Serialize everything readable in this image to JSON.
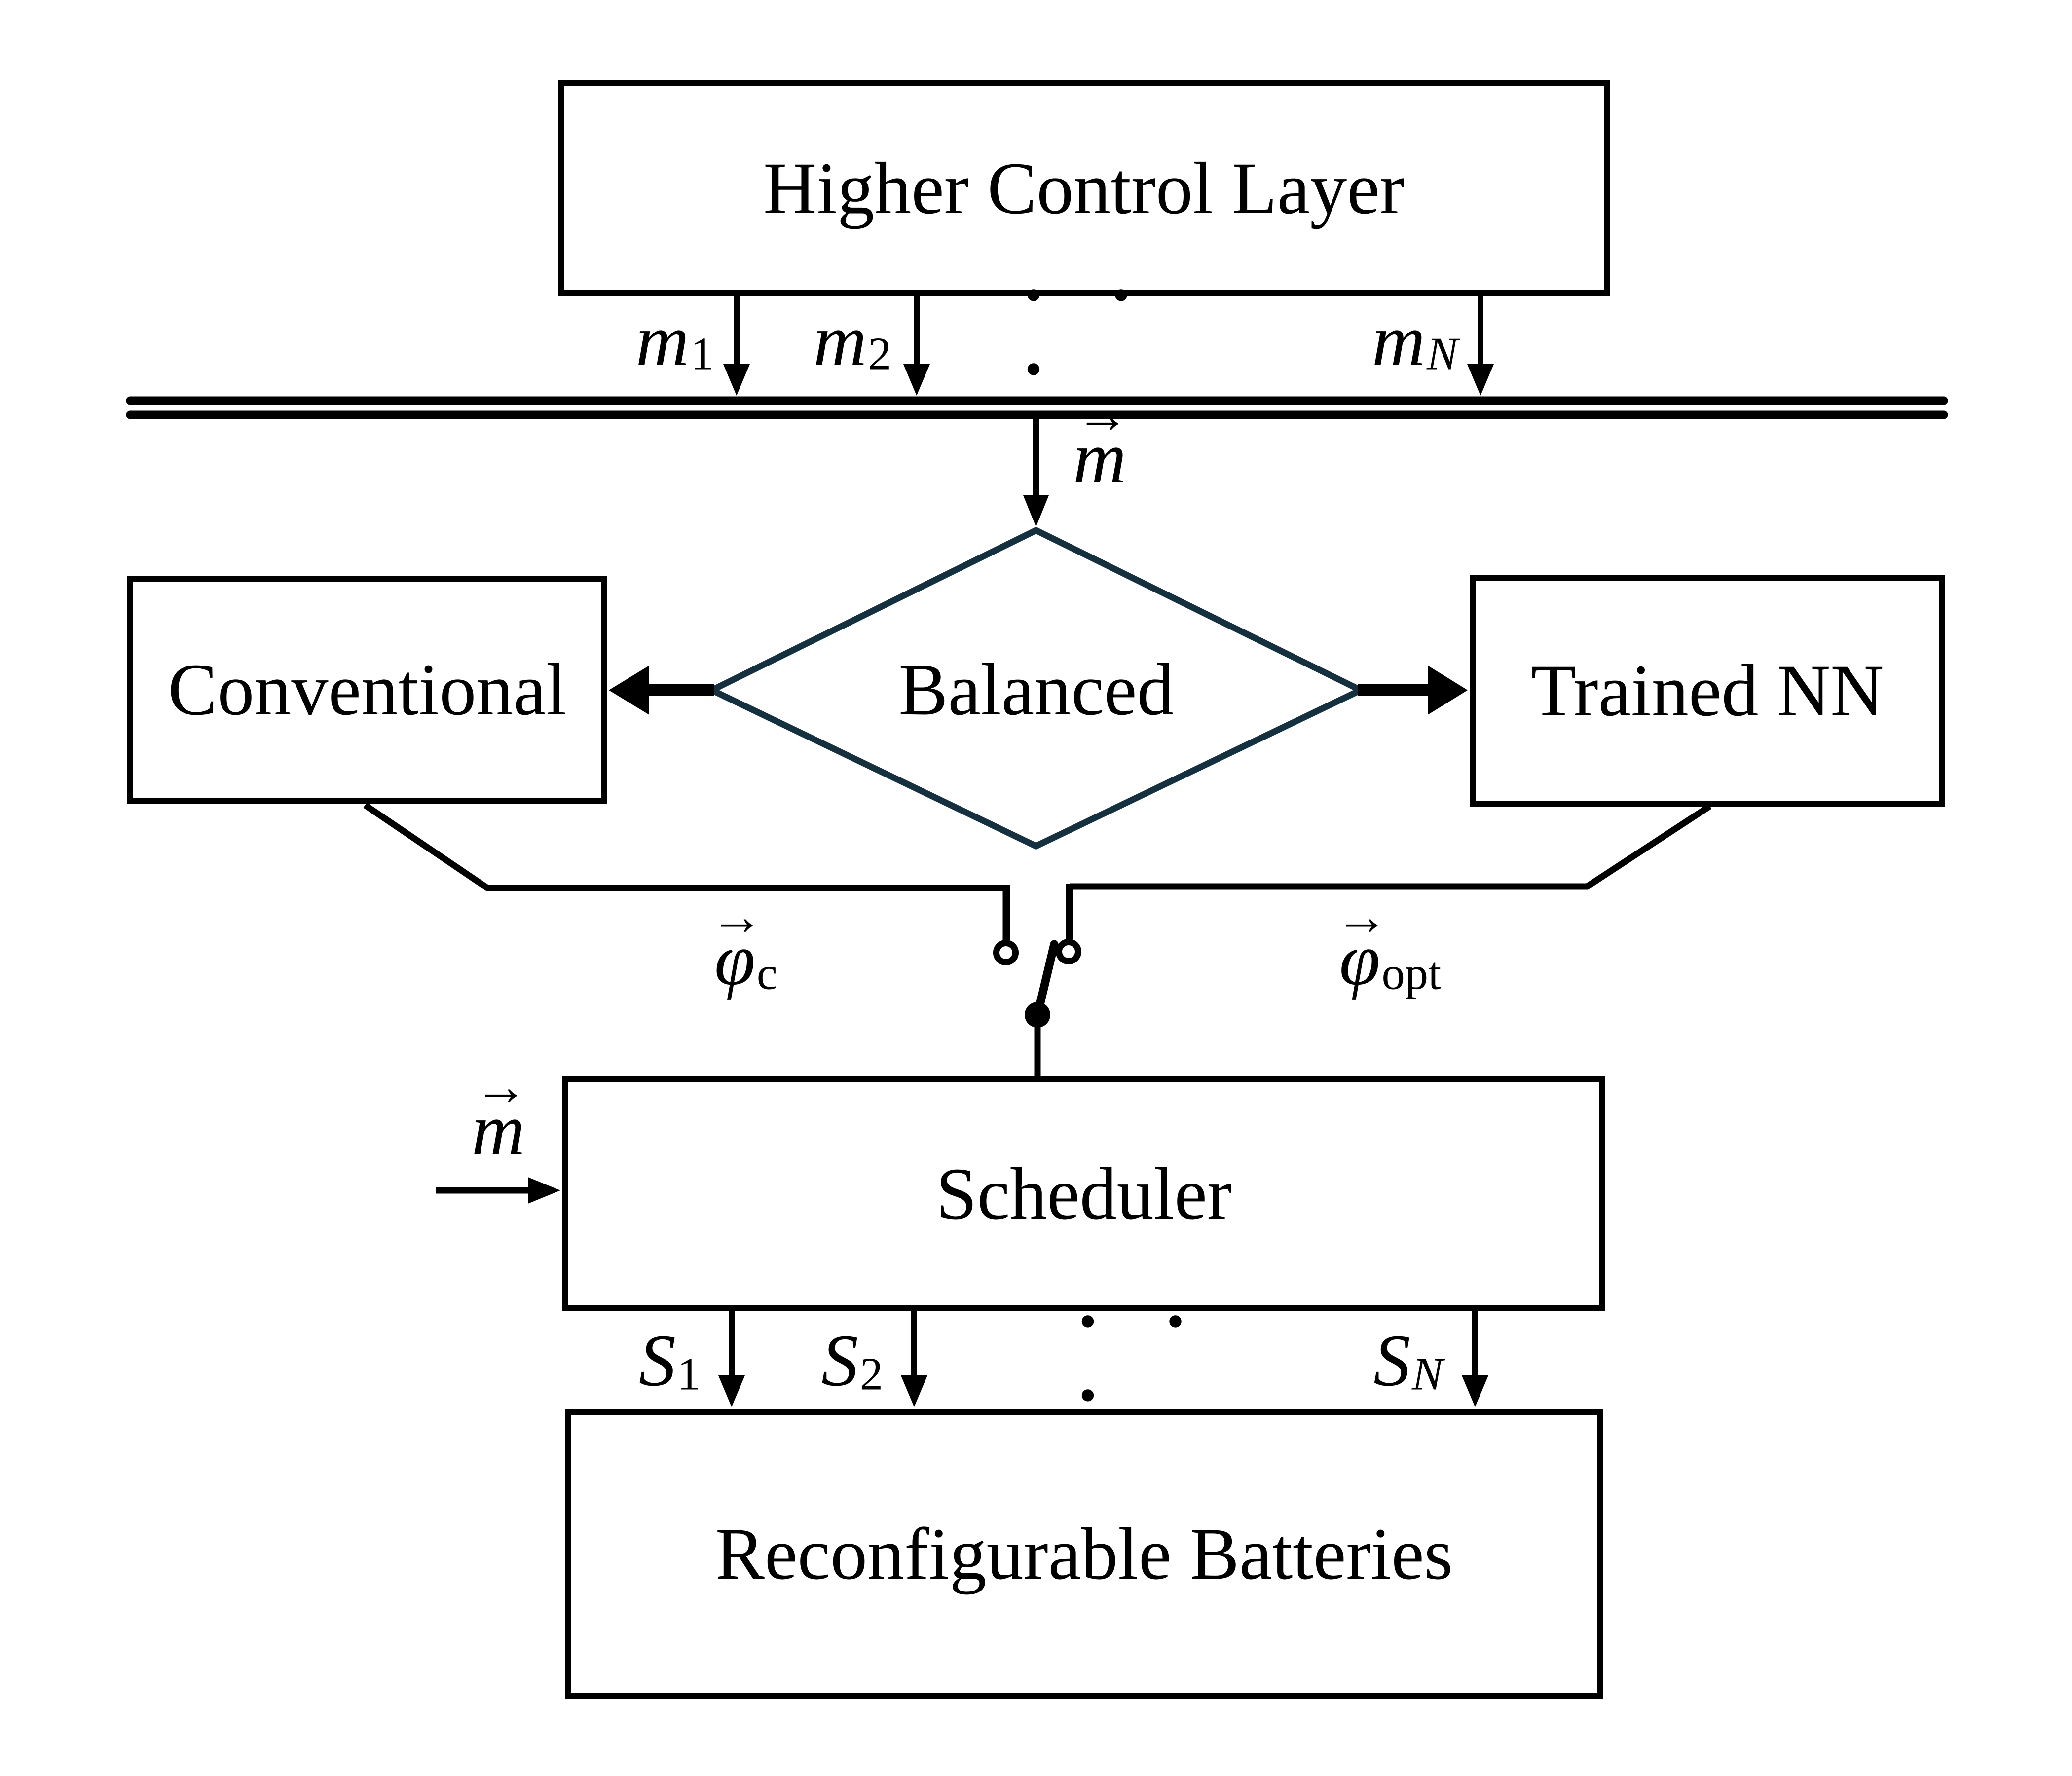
{
  "colors": {
    "background": "#ffffff",
    "line": "#000000",
    "diamond_stroke": "#15313f",
    "text": "#000000"
  },
  "nodes": {
    "higher_control": "Higher Control Layer",
    "balanced": "Balanced",
    "conventional": "Conventional",
    "trained_nn": "Trained NN",
    "scheduler": "Scheduler",
    "batteries": "Reconfigurable Batteries"
  },
  "labels": {
    "m1": {
      "base": "m",
      "sub": "1"
    },
    "m2": {
      "base": "m",
      "sub": "2"
    },
    "mN": {
      "base": "m",
      "sub": "N"
    },
    "m_vec_bus": {
      "base": "m"
    },
    "m_vec_sched": {
      "base": "m"
    },
    "phi_c": {
      "base": "φ",
      "sub": "c"
    },
    "phi_opt": {
      "base": "φ",
      "sub": "opt"
    },
    "s1": {
      "base": "S",
      "sub": "1"
    },
    "s2": {
      "base": "S",
      "sub": "2"
    },
    "sN": {
      "base": "S",
      "sub": "N"
    },
    "dots_top": "· · ·",
    "dots_bottom": "· · ·"
  },
  "glyphs": {
    "vector_arrow": "→"
  }
}
